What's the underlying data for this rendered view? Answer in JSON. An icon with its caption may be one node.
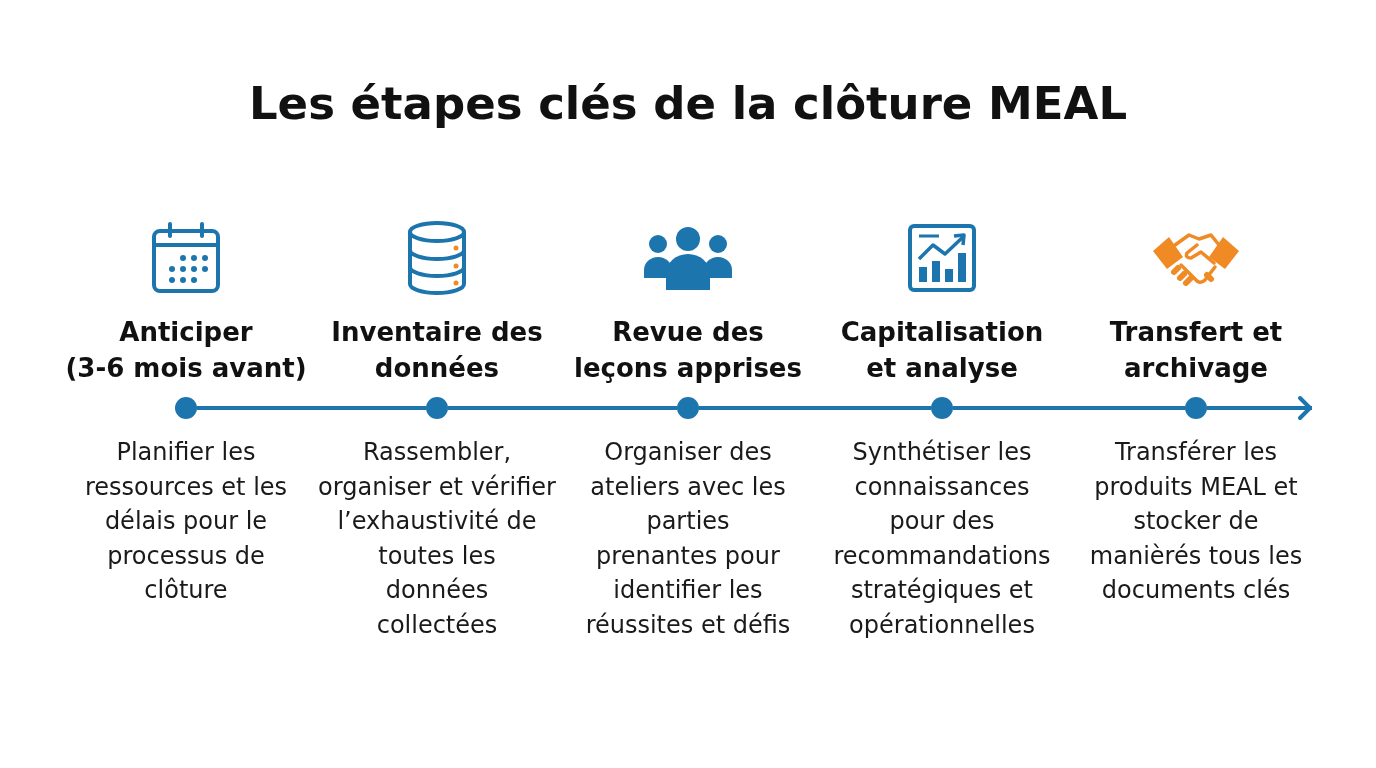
{
  "diagram": {
    "title": "Les étapes clés de la clôture MEAL",
    "nodes": [
      {
        "text": [],
        "shape": "circle",
        "beside": [
          "Anticiper (3-6 mois avant)",
          "Planifier les ressources et les délais pour le processus de clôture"
        ]
      },
      {
        "text": [],
        "shape": "circle",
        "beside": [
          "Inventaire des données",
          "Rassembler, organiser et vérifier l’exhaustivité de toutes les données collectées"
        ]
      },
      {
        "text": [],
        "shape": "circle",
        "beside": [
          "Revue des leçons apprises",
          "Organiser des ateliers avec les parties prenantes pour identifier les réussites et défis"
        ]
      },
      {
        "text": [],
        "shape": "circle",
        "beside": [
          "Capitalisation et analyse",
          "Synthétiser les connaissances pour des recommandations stratégiques et opérationnelles"
        ]
      },
      {
        "text": [],
        "shape": "circle",
        "beside": [
          "Transfert et archivage",
          "Transférer les produits MEAL et stocker de manièrés tous les documents clés"
        ]
      }
    ],
    "edges": [
      {
        "from": 0,
        "to": 1,
        "arrow": "none"
      },
      {
        "from": 1,
        "to": 2,
        "arrow": "none"
      },
      {
        "from": 2,
        "to": 3,
        "arrow": "none"
      },
      {
        "from": 3,
        "to": 4,
        "arrow": "none"
      },
      {
        "from": 4,
        "to": null,
        "arrow": "to"
      }
    ]
  }
}
